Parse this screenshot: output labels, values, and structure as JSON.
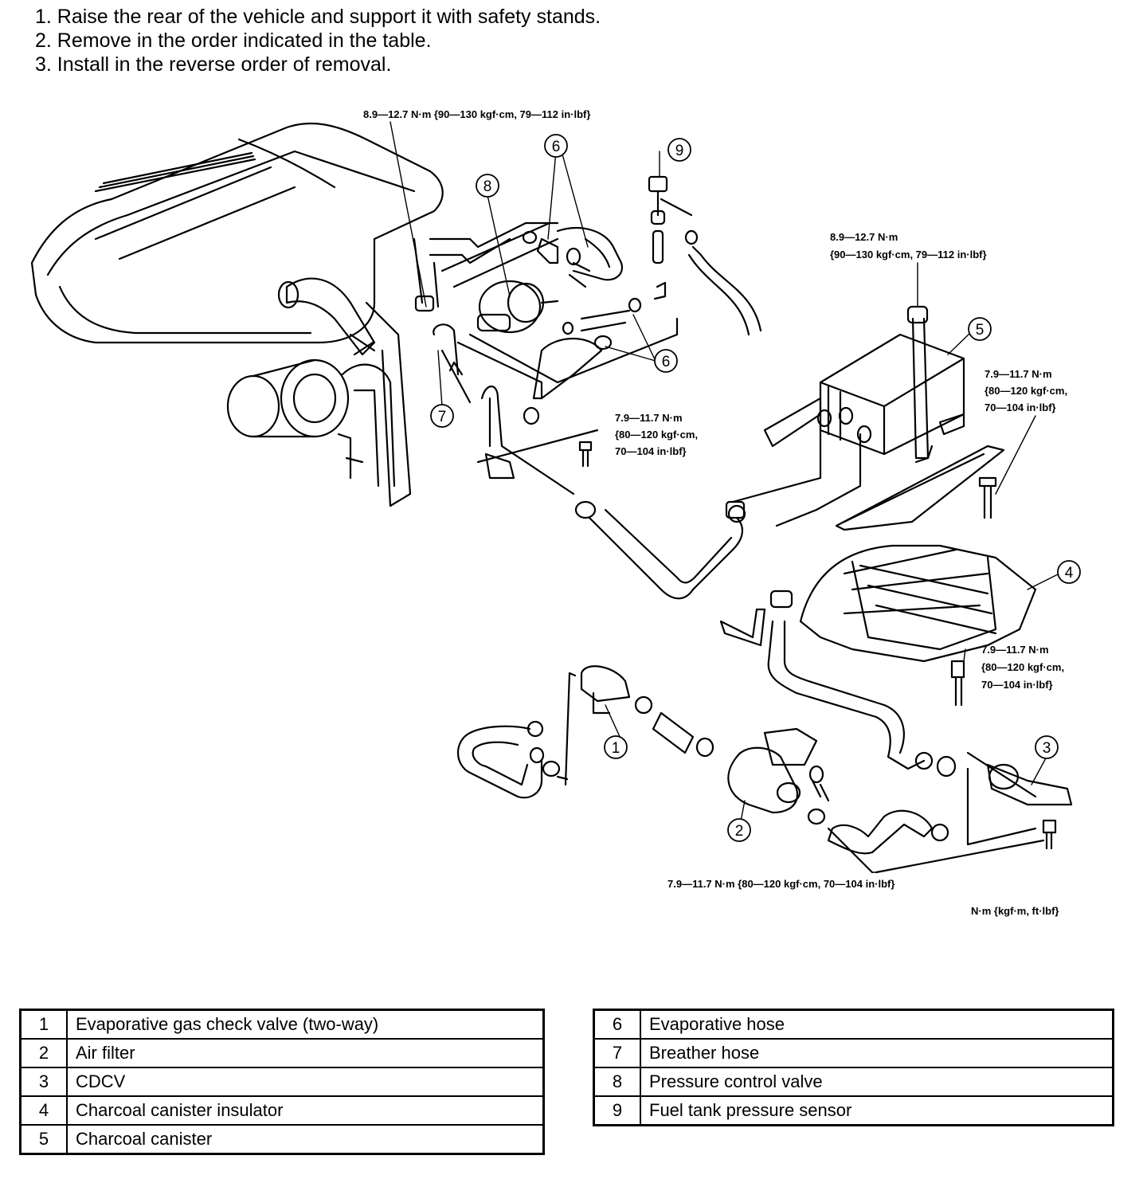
{
  "instructions": [
    "1. Raise the rear of the vehicle and support it with safety stands.",
    "2. Remove in the order indicated in the table.",
    "3. Install in the reverse order of removal."
  ],
  "torque_specs": {
    "top_center": "8.9—12.7 N·m {90—130 kgf·cm, 79—112 in·lbf}",
    "right_canister_line1": "8.9—12.7 N·m",
    "right_canister_line2": "{90—130 kgf·cm, 79—112 in·lbf}",
    "mid_left_line1": "7.9—11.7 N·m",
    "mid_left_line2": "{80—120 kgf·cm,",
    "mid_left_line3": "70—104 in·lbf}",
    "right_bracket_line1": "7.9—11.7 N·m",
    "right_bracket_line2": "{80—120 kgf·cm,",
    "right_bracket_line3": "70—104 in·lbf}",
    "right_insulator_line1": "7.9—11.7 N·m",
    "right_insulator_line2": "{80—120 kgf·cm,",
    "right_insulator_line3": "70—104 in·lbf}",
    "bottom": "7.9—11.7 N·m {80—120 kgf·cm, 70—104 in·lbf}",
    "units_note": "N·m {kgf·m, ft·lbf}"
  },
  "callouts": [
    "1",
    "2",
    "3",
    "4",
    "5",
    "6",
    "6",
    "7",
    "8",
    "9"
  ],
  "parts_left": [
    {
      "num": "1",
      "name": "Evaporative gas check valve (two-way)"
    },
    {
      "num": "2",
      "name": "Air filter"
    },
    {
      "num": "3",
      "name": "CDCV"
    },
    {
      "num": "4",
      "name": "Charcoal canister insulator"
    },
    {
      "num": "5",
      "name": "Charcoal canister"
    }
  ],
  "parts_right": [
    {
      "num": "6",
      "name": "Evaporative hose"
    },
    {
      "num": "7",
      "name": "Breather hose"
    },
    {
      "num": "8",
      "name": "Pressure control valve"
    },
    {
      "num": "9",
      "name": "Fuel tank pressure sensor"
    }
  ]
}
